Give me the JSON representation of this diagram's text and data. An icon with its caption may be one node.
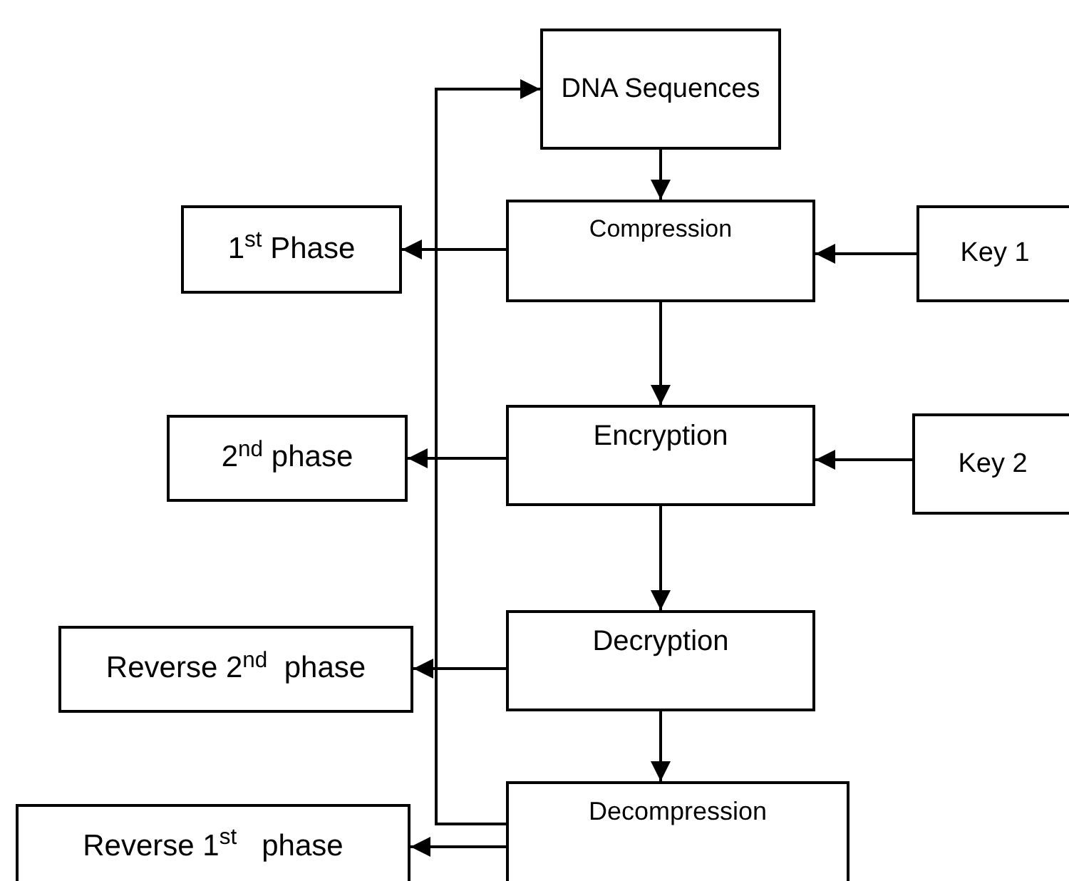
{
  "diagram": {
    "nodes": [
      {
        "text": [
          "DNA Sequences"
        ]
      },
      {
        "text": [
          "1$^{st}$ Phase"
        ]
      },
      {
        "text": [
          "Compression"
        ]
      },
      {
        "text": [
          "Key 1"
        ]
      },
      {
        "text": [
          "2$^{nd}$ phase"
        ]
      },
      {
        "text": [
          "Encryption"
        ]
      },
      {
        "text": [
          "Key 2"
        ]
      },
      {
        "text": [
          "Reverse 2$^{nd}$  phase"
        ]
      },
      {
        "text": [
          "Decryption"
        ]
      },
      {
        "text": [
          "Reverse 1$^{st}$   phase"
        ]
      },
      {
        "text": [
          "Decompression"
        ]
      }
    ],
    "edges": [
      {
        "from": 0,
        "to": 2,
        "arrow": "to"
      },
      {
        "from": 2,
        "to": 5,
        "arrow": "to"
      },
      {
        "from": 5,
        "to": 8,
        "arrow": "to"
      },
      {
        "from": 8,
        "to": 10,
        "arrow": "to"
      },
      {
        "from": 3,
        "to": 2,
        "arrow": "to"
      },
      {
        "from": 6,
        "to": 5,
        "arrow": "to"
      },
      {
        "from": 2,
        "to": 1,
        "arrow": "to"
      },
      {
        "from": 5,
        "to": 4,
        "arrow": "to"
      },
      {
        "from": 8,
        "to": 7,
        "arrow": "to"
      },
      {
        "from": 10,
        "to": 9,
        "arrow": "to"
      },
      {
        "from": 10,
        "to": 0,
        "arrow": "to"
      }
    ]
  }
}
